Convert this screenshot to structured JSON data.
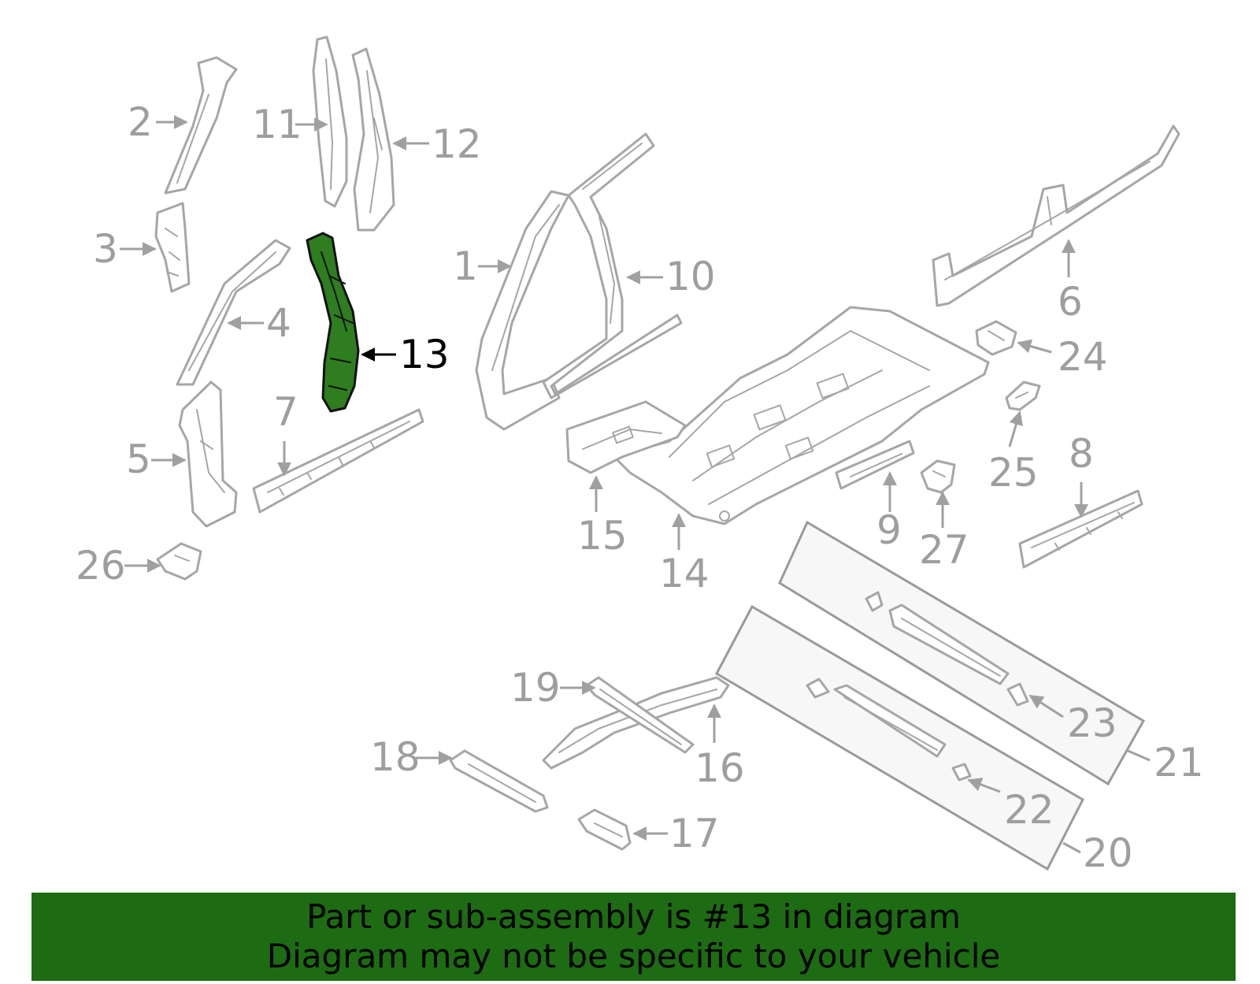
{
  "diagram": {
    "highlighted_part": "13",
    "highlight_color": "#2e7d1f",
    "callouts": [
      "1",
      "2",
      "3",
      "4",
      "5",
      "6",
      "7",
      "8",
      "9",
      "10",
      "11",
      "12",
      "13",
      "14",
      "15",
      "16",
      "17",
      "18",
      "19",
      "20",
      "21",
      "22",
      "23",
      "24",
      "25",
      "26",
      "27"
    ]
  },
  "banner": {
    "line1": "Part or sub-assembly is #13 in diagram",
    "line2": "Diagram may not be specific to your vehicle",
    "background": "#1d6b12"
  }
}
